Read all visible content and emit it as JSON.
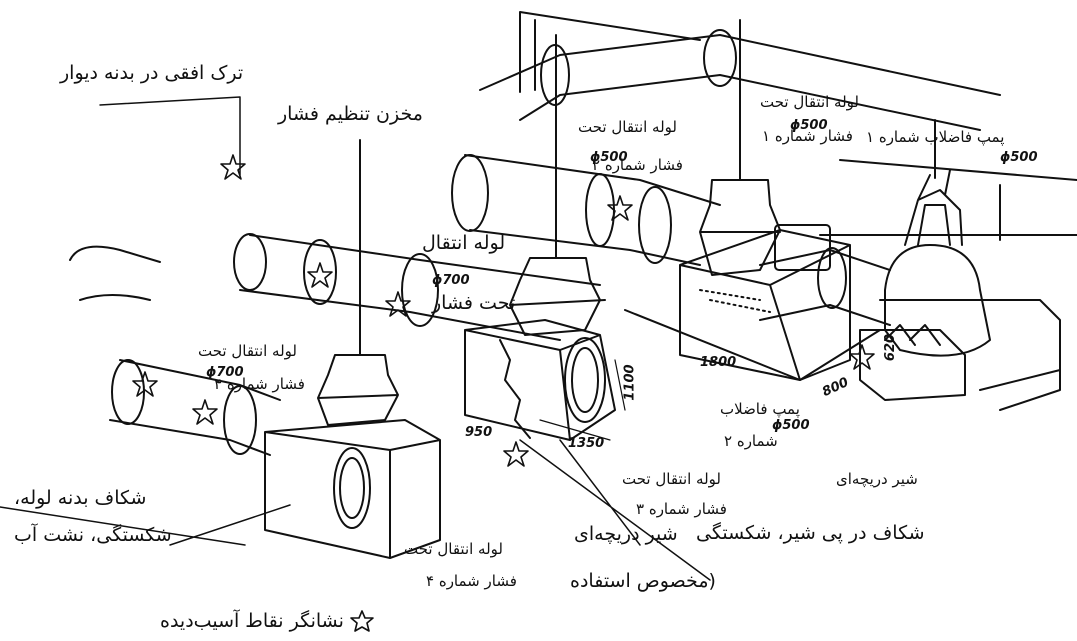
{
  "labels": {
    "wall_crack": "ترک افقی در بدنه دیوار",
    "surge_tank": "مخزن تنظیم فشار",
    "pipe2_line1": "لوله انتقال تحت",
    "pipe2_line2": "فشار شماره ۲",
    "pipe1_line1": "لوله انتقال تحت",
    "pipe1_line2": "فشار شماره ۱",
    "pump1": "پمپ فاضلاب شماره ۱",
    "main_pipe_line1": "لوله انتقال",
    "main_pipe_line2": "تحت فشار",
    "pipe4a_line1": "لوله انتقال تحت",
    "pipe4a_line2": "فشار شماره ۴",
    "pump2_line1": "پمپ فاضلاب",
    "pump2_line2": "شماره ۲",
    "valve_small": "شیر دریچه‌ای",
    "pipe3_line1": "لوله انتقال تحت",
    "pipe3_line2": "فشار شماره ۳",
    "pipe_body_crack_line1": "شکاف بدنه لوله،",
    "pipe_body_crack_line2": "شکستگی، نشت آب",
    "pipe4b_line1": "لوله انتقال تحت",
    "pipe4b_line2": "فشار شماره ۴",
    "gate_valve_crack": "شکاف در پی شیر، شکستگی",
    "gate_valve": "شیر دریچه‌ای",
    "special_use": "(مخصوص استفاده",
    "legend": "نشانگر نقاط آسیب‌دیده"
  },
  "dimensions": {
    "d500_a": "ϕ500",
    "d500_b": "ϕ500",
    "d500_c": "ϕ500",
    "d500_d": "ϕ500",
    "d700_a": "ϕ700",
    "d700_b": "ϕ700",
    "d1800": "1800",
    "d620": "620",
    "d800": "800",
    "d1100": "1100",
    "d1350": "1350",
    "d950": "950"
  },
  "colors": {
    "ink": "#111111",
    "paper": "#ffffff"
  },
  "icons": {
    "damage_marker": "damage-star-icon"
  }
}
